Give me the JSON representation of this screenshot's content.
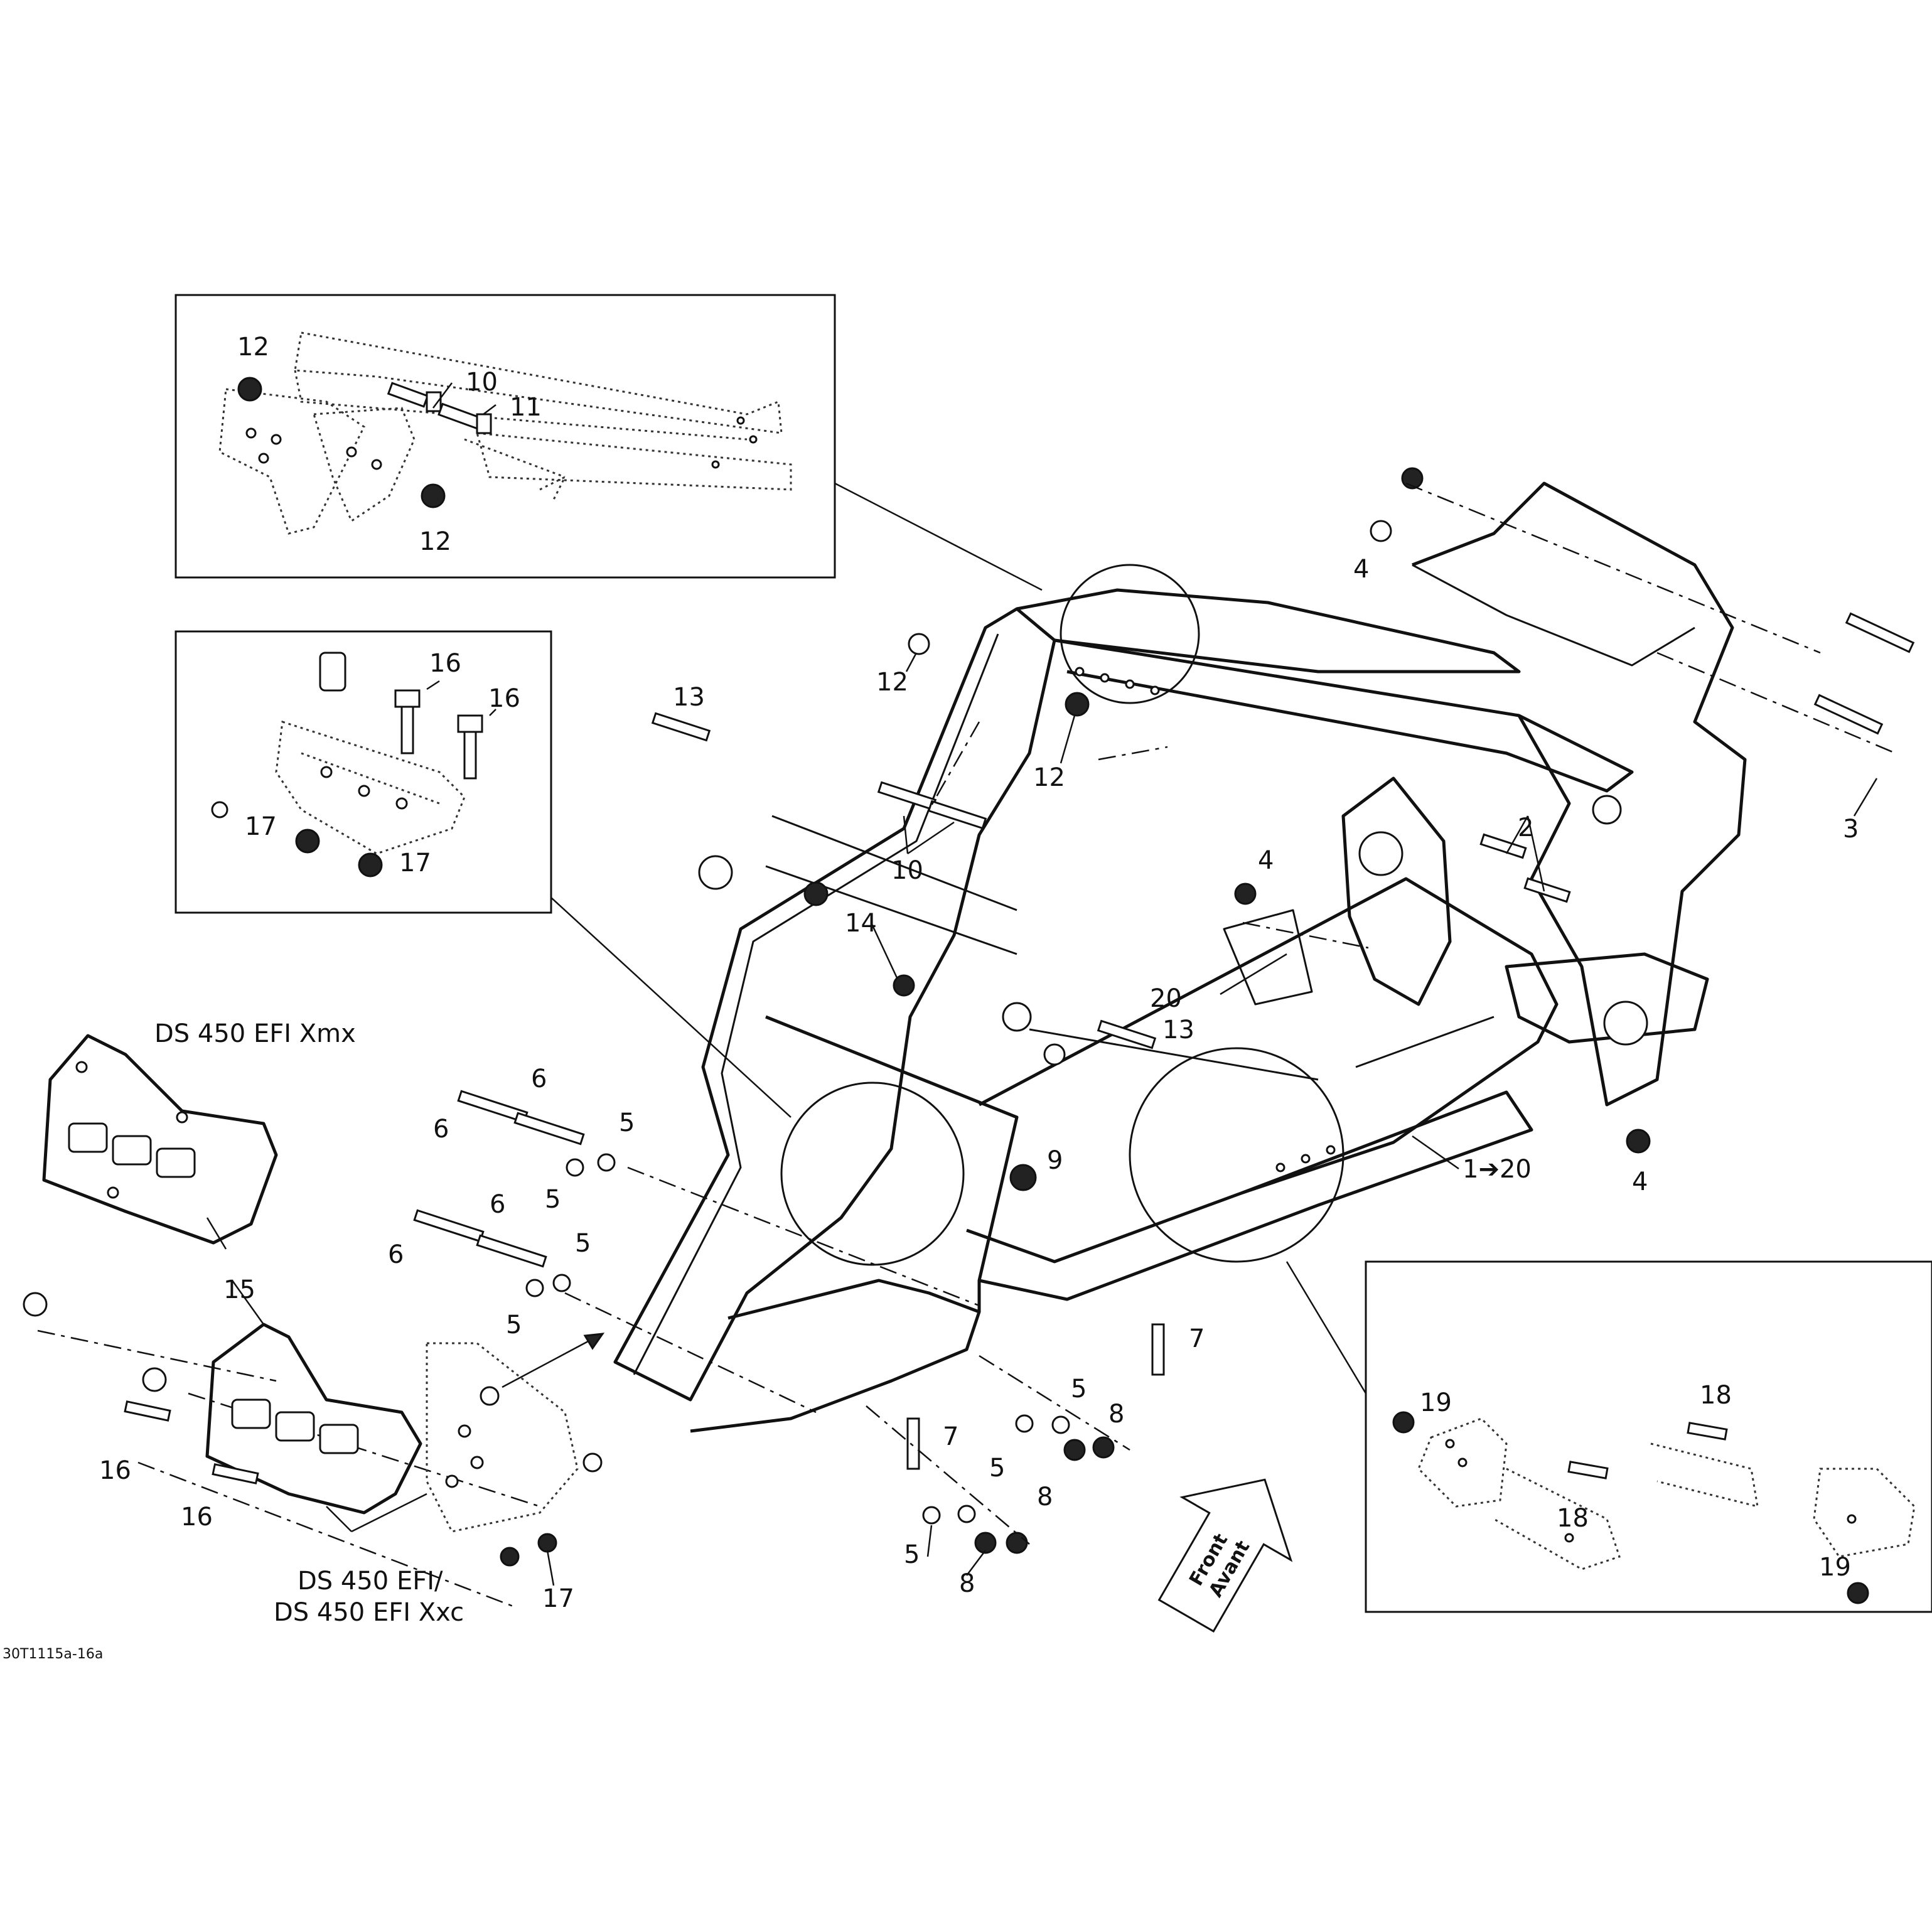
{
  "callouts": {
    "c_12_top": "12",
    "c_10_inset": "10",
    "c_11": "11",
    "c_12_bottom": "12",
    "c_16_a": "16",
    "c_16_b": "16",
    "c_17_a": "17",
    "c_17_b": "17",
    "c_4_top": "4",
    "c_12_frame_a": "12",
    "c_12_frame_b": "12",
    "c_13_a": "13",
    "c_10_frame": "10",
    "c_3": "3",
    "c_2": "2",
    "c_4_mid": "4",
    "c_14": "14",
    "c_20": "20",
    "c_13_b": "13",
    "c_6_a": "6",
    "c_6_b": "6",
    "c_5_a": "5",
    "c_5_b": "5",
    "c_9": "9",
    "c_1_20": "1➔20",
    "c_4_right": "4",
    "c_6_c": "6",
    "c_6_d": "6",
    "c_5_c": "5",
    "c_5_d": "5",
    "c_15": "15",
    "c_7_a": "7",
    "c_7_b": "7",
    "c_5_e": "5",
    "c_8_a": "8",
    "c_5_f": "5",
    "c_8_b": "8",
    "c_5_g": "5",
    "c_8_c": "8",
    "c_16_c": "16",
    "c_16_d": "16",
    "c_17_c": "17",
    "c_19_a": "19",
    "c_18_a": "18",
    "c_18_b": "18",
    "c_19_b": "19"
  },
  "variant_labels": {
    "xmx": "DS 450 EFI Xmx",
    "efi_line1": "DS 450 EFI/",
    "efi_line2": "DS 450 EFI Xxc"
  },
  "direction_arrow": {
    "line1": "Front",
    "line2": "Avant"
  },
  "drawing_code": "30T1115a-16a"
}
